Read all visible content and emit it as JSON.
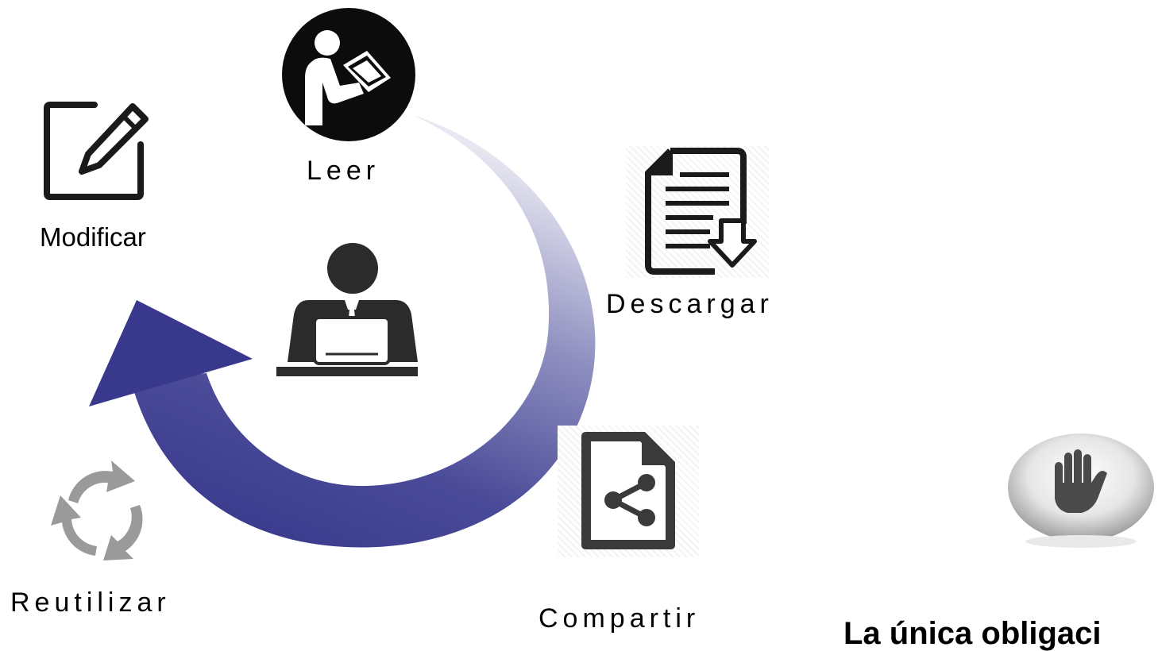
{
  "labels": {
    "leer": "Leer",
    "modificar": "Modificar",
    "descargar": "Descargar",
    "compartir": "Compartir",
    "reutilizar": "Reutilizar"
  },
  "footer": {
    "obligation_text": "La única obligaci"
  },
  "colors": {
    "arrow_dark": "#38398c",
    "arrow_light": "#d7d8ea",
    "icon_black": "#1a1a1a",
    "icon_gray": "#3a3a3a",
    "recycle_gray": "#9a9a9a"
  },
  "icons": {
    "read": "person-reading-book-icon",
    "edit": "edit-pencil-icon",
    "download": "document-download-icon",
    "share": "share-file-icon",
    "reuse": "recycle-arrows-icon",
    "user": "user-at-laptop-icon",
    "stop": "stop-hand-icon"
  }
}
